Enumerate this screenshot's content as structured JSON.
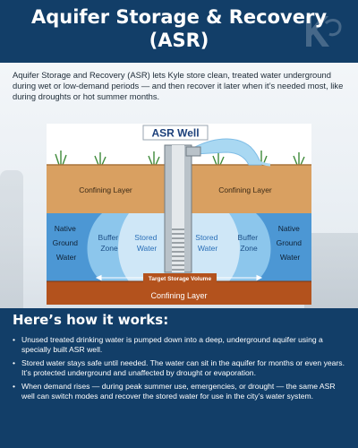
{
  "header": {
    "title_line1": "Aquifer Storage & Recovery",
    "title_line2": "(ASR)"
  },
  "intro": "Aquifer Storage and Recovery (ASR) lets Kyle store clean, treated water underground during wet or low-demand periods — and then recover it later when it’s needed most, like during droughts or hot summer months.",
  "diagram": {
    "well_label": "ASR Well",
    "confining_layer_top_left": "Confining Layer",
    "confining_layer_top_right": "Confining Layer",
    "native_left": [
      "Native",
      "Ground",
      "Water"
    ],
    "native_right": [
      "Native",
      "Ground",
      "Water"
    ],
    "buffer_left": [
      "Buffer",
      "Zone"
    ],
    "buffer_right": [
      "Buffer",
      "Zone"
    ],
    "stored_left": [
      "Stored",
      "Water"
    ],
    "stored_right": [
      "Stored",
      "Water"
    ],
    "target_volume": "Target Storage Volume",
    "confining_layer_bottom": "Confining Layer",
    "colors": {
      "sky": "#ffffff",
      "soil": "#d9a061",
      "native_water": "#4c97d4",
      "buffer_water": "#8cc6ec",
      "stored_water": "#cfe7f7",
      "bottom_layer": "#b3521d",
      "well_label": "#1b3f7a"
    }
  },
  "howto": {
    "title": "Here’s how it works:",
    "steps": [
      "Unused treated drinking water is pumped down into a deep, underground aquifer using a specially built ASR well.",
      "Stored water stays safe until needed. The water can sit in the aquifer for months or even years. It’s protected underground and unaffected by drought or evaporation.",
      "When demand rises — during peak summer use, emergencies, or drought — the same ASR well can switch modes and recover the stored water for use in the city’s water system."
    ]
  },
  "icons": {
    "logo": "city-logo-icon",
    "grass": "grass-icon"
  }
}
